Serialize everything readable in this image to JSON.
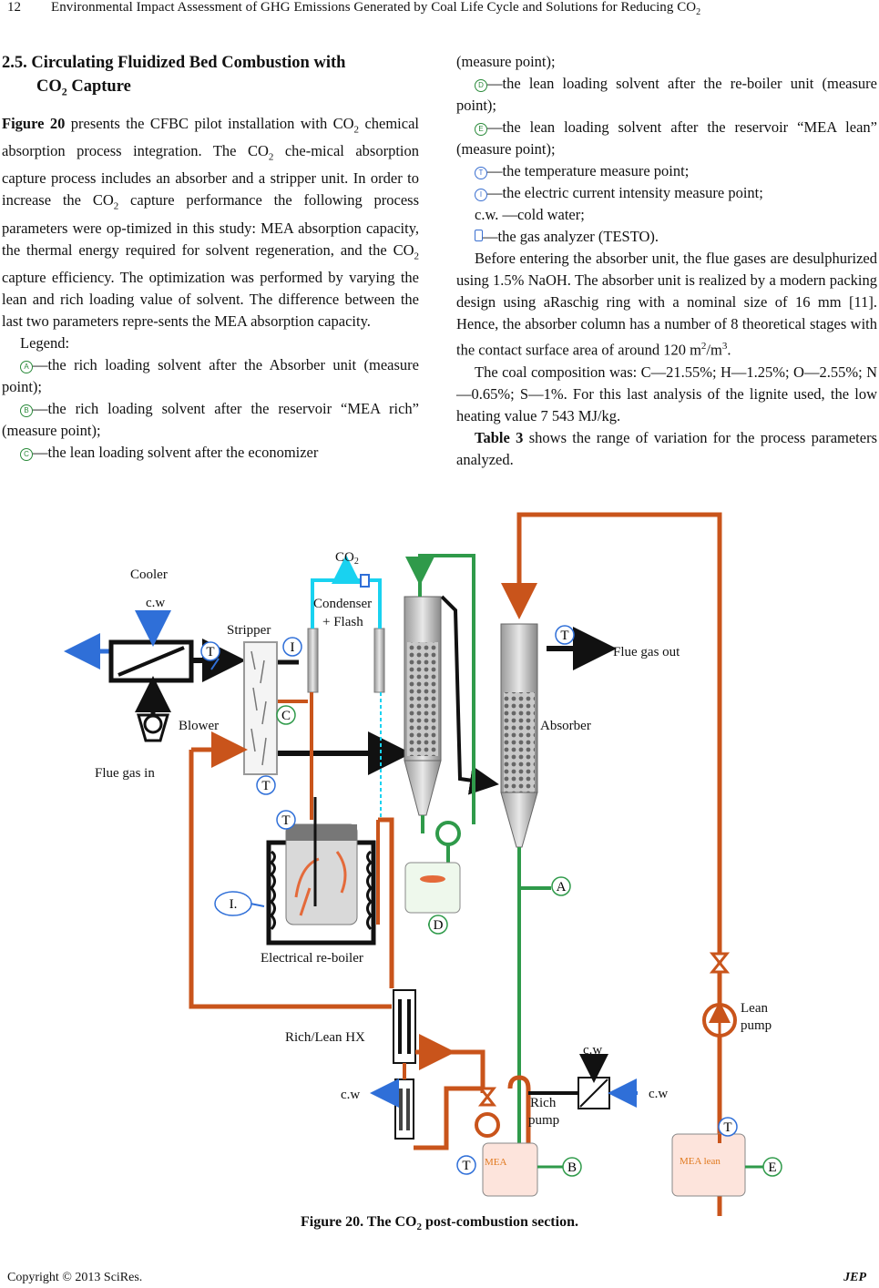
{
  "header": {
    "page_number": "12",
    "running_title": "Environmental Impact Assessment of GHG Emissions Generated by Coal Life Cycle and Solutions for Reducing CO",
    "running_title_sub": "2"
  },
  "left_column": {
    "section_title_1": "2.5. Circulating Fluidized Bed Combustion with",
    "section_title_2": "CO",
    "section_title_2_sub": "2",
    "section_title_2_rest": " Capture",
    "para1_ref": "Figure 20",
    "para1_a": " presents the CFBC pilot installation with CO",
    "para1_b": " chemical absorption process integration. The CO",
    "para1_c": " che-mical absorption capture process includes an absorber and a stripper unit. In order to increase the CO",
    "para1_d": " capture performance the following process parameters were op-timized in this study: MEA absorption capacity, the thermal energy required for solvent regeneration, and the CO",
    "para1_e": " capture efficiency. The optimization was performed by varying the lean and rich loading value of solvent. The difference between the last two parameters repre-sents the MEA absorption capacity.",
    "legend_title": "Legend:",
    "legend_a": "—the rich loading solvent after the Absorber unit (measure point);",
    "legend_b": "—the rich loading solvent after the reservoir “MEA rich” (measure point);",
    "legend_c": "—the lean loading solvent after the economizer"
  },
  "right_column": {
    "legend_c_cont": "(measure point);",
    "legend_d": "—the lean loading solvent after the re-boiler unit (measure point);",
    "legend_e": "—the lean loading solvent after the reservoir “MEA lean” (measure point);",
    "legend_t": "—the temperature measure point;",
    "legend_i": "—the electric current intensity measure point;",
    "legend_cw": "c.w. —cold water;",
    "legend_gas": "—the gas analyzer (TESTO).",
    "para2": "Before entering the absorber unit, the flue gases are desulphurized using 1.5% NaOH. The absorber unit is realized by a modern packing design using aRaschig ring with a nominal size of 16 mm [11]. Hence, the absorber column has a number of 8 theoretical stages with the contact surface area of around 120 m",
    "para2_sup1": "2",
    "para2_mid": "/m",
    "para2_sup2": "3",
    "para2_end": ".",
    "para3": "The coal composition was: C—21.55%; H—1.25%; O—2.55%; N—0.65%; S—1%. For this last analysis of the lignite used, the low heating value 7 543 MJ/kg.",
    "para4_ref": "Table 3",
    "para4": " shows the range of variation for the process parameters analyzed."
  },
  "markers": {
    "a": "A",
    "b": "B",
    "c": "C",
    "d": "D",
    "e": "E",
    "t": "T",
    "i": "I"
  },
  "figure": {
    "labels": {
      "co2": "CO",
      "co2_sub": "2",
      "cooler": "Cooler",
      "cw": "c.w",
      "condenser_1": "Condenser",
      "condenser_2": "+ Flash",
      "stripper": "Stripper",
      "flue_gas_out": "Flue gas out",
      "blower": "Blower",
      "absorber": "Absorber",
      "flue_gas_in": "Flue gas in",
      "i_point": "I.",
      "electrical_reboiler": "Electrical re-boiler",
      "lean_pump_1": "Lean",
      "lean_pump_2": "pump",
      "rich_lean_hx": "Rich/Lean HX",
      "rich_pump_1": "Rich",
      "rich_pump_2": "pump",
      "mea": "MEA",
      "mea_lean": "MEA lean"
    },
    "colors": {
      "orange": "#c9541b",
      "green": "#2f9a4a",
      "blue": "#2f6fd8",
      "cyan": "#19d2f0",
      "black": "#111111"
    }
  },
  "caption": {
    "text": "Figure 20. The CO",
    "sub": "2",
    "rest": " post-combustion section."
  },
  "footer": {
    "copyright": "Copyright © 2013 SciRes.",
    "journal": "JEP"
  }
}
